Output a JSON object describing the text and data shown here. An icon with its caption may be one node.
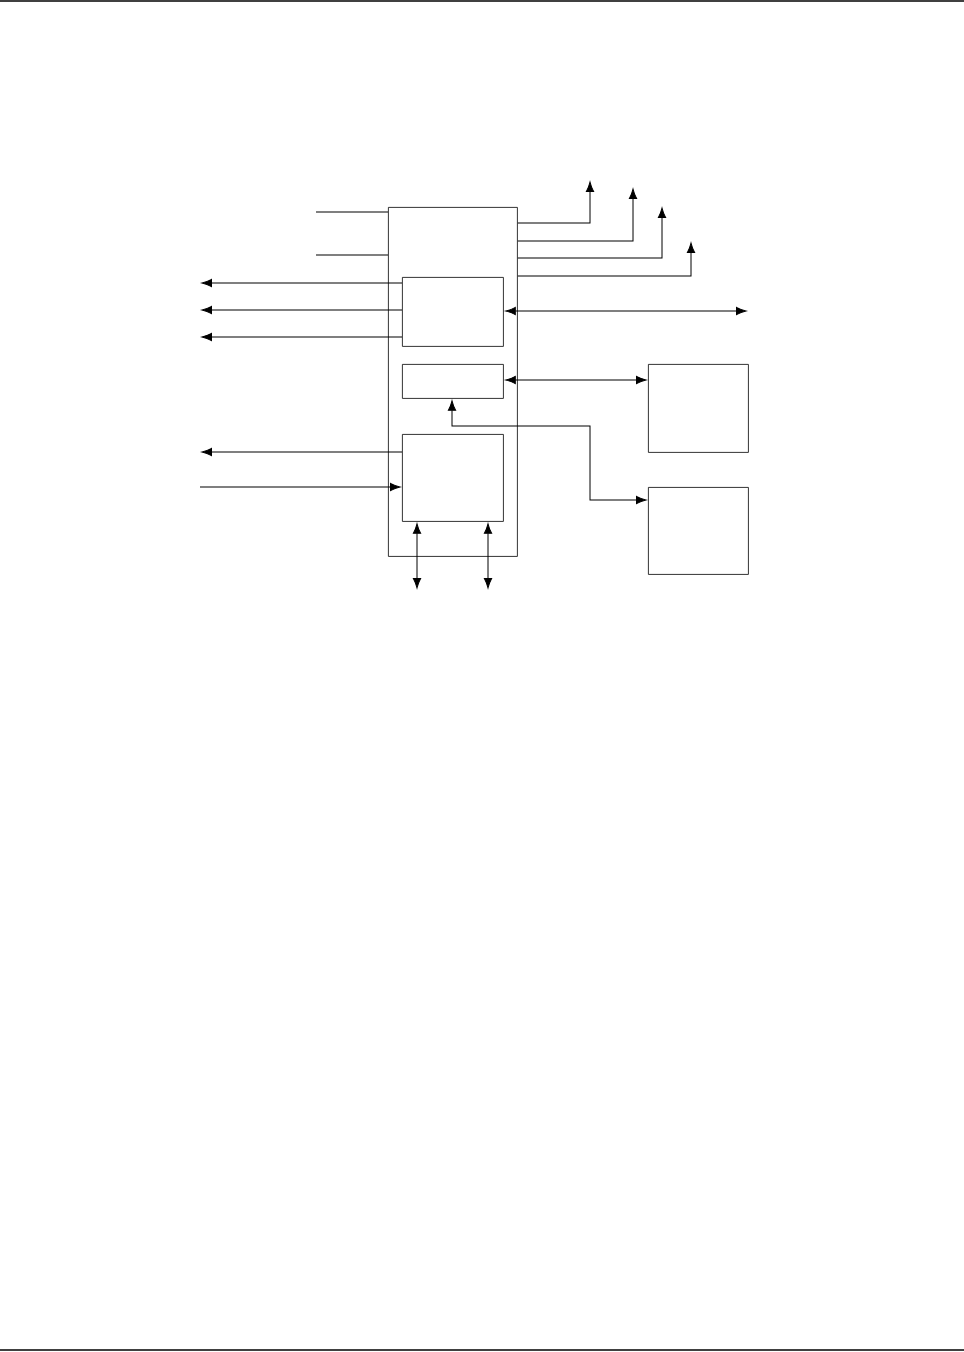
{
  "diagram": {
    "nodes": [
      {
        "text": [],
        "shape": "box"
      },
      {
        "text": [],
        "shape": "box",
        "in": 0
      },
      {
        "text": [],
        "shape": "box",
        "in": 0
      },
      {
        "text": [],
        "shape": "box",
        "in": 0
      },
      {
        "text": [],
        "shape": "box"
      },
      {
        "text": [],
        "shape": "box"
      }
    ],
    "edges": [
      {
        "from": null,
        "to": 0,
        "arrow": "none"
      },
      {
        "from": null,
        "to": 0,
        "arrow": "none"
      },
      {
        "from": 0,
        "to": null,
        "arrow": "to"
      },
      {
        "from": 0,
        "to": null,
        "arrow": "to"
      },
      {
        "from": 0,
        "to": null,
        "arrow": "to"
      },
      {
        "from": 0,
        "to": null,
        "arrow": "to"
      },
      {
        "from": 1,
        "to": null,
        "arrow": "to"
      },
      {
        "from": 1,
        "to": null,
        "arrow": "to"
      },
      {
        "from": 1,
        "to": null,
        "arrow": "to"
      },
      {
        "from": 1,
        "to": null,
        "arrow": "both"
      },
      {
        "from": 2,
        "to": 4,
        "arrow": "both"
      },
      {
        "from": 2,
        "to": 5,
        "arrow": "both"
      },
      {
        "from": 3,
        "to": null,
        "arrow": "to"
      },
      {
        "from": null,
        "to": 3,
        "arrow": "to"
      },
      {
        "from": 3,
        "to": null,
        "arrow": "both"
      },
      {
        "from": 3,
        "to": null,
        "arrow": "both"
      }
    ]
  }
}
